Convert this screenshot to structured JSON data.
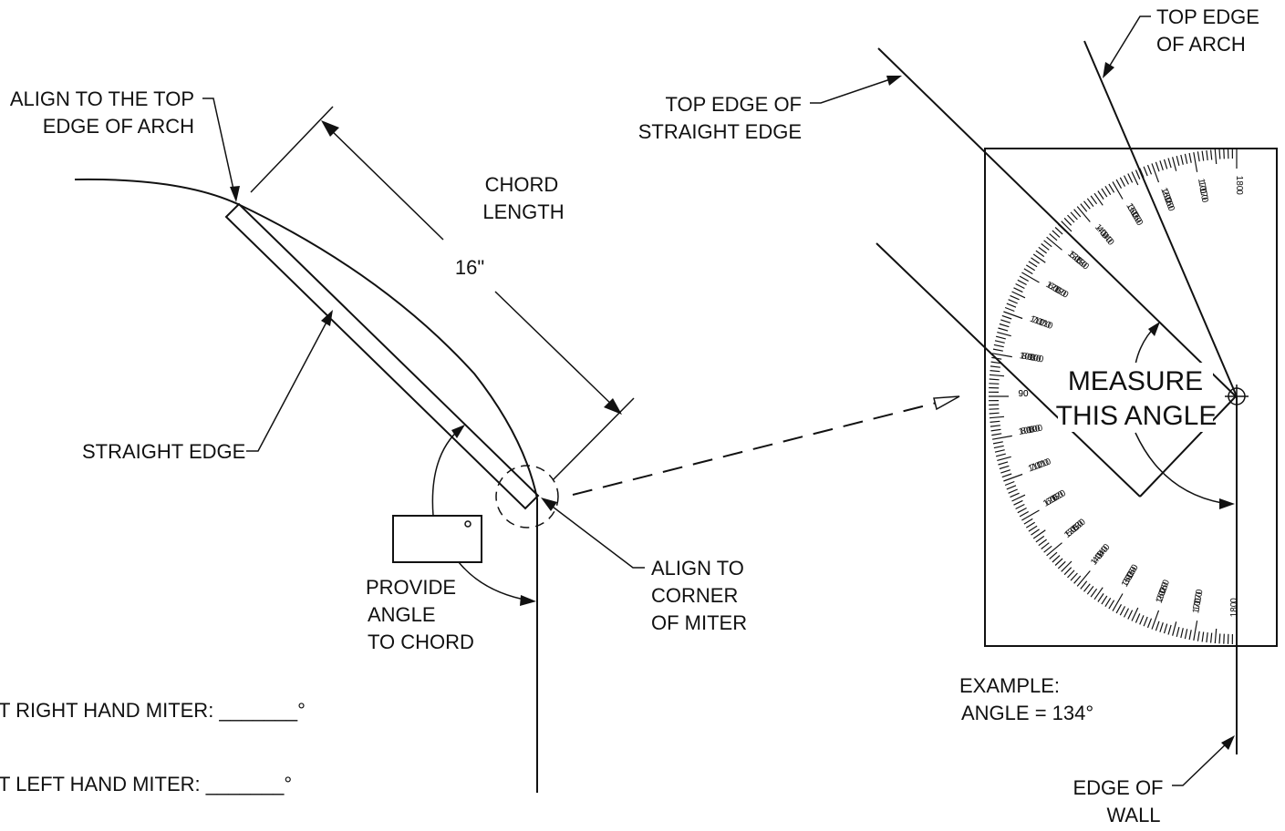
{
  "labels": {
    "align_top_1": "ALIGN TO THE TOP",
    "align_top_2": "EDGE OF ARCH",
    "chord_1": "CHORD",
    "chord_2": "LENGTH",
    "chord_value": "16\"",
    "straight_edge": "STRAIGHT EDGE",
    "provide_1": "PROVIDE",
    "provide_2": "ANGLE",
    "provide_3": "TO CHORD",
    "corner_1": "ALIGN TO",
    "corner_2": "CORNER",
    "corner_3": "OF MITER",
    "right_miter": "T RIGHT HAND MITER: _______°",
    "left_miter": "T LEFT HAND MITER: _______°",
    "top_se_1": "TOP EDGE OF",
    "top_se_2": "STRAIGHT EDGE",
    "top_arch_1": "TOP EDGE",
    "top_arch_2": "OF ARCH",
    "measure_1": "MEASURE",
    "measure_2": "THIS ANGLE",
    "example_1": "EXAMPLE:",
    "example_2": "ANGLE = 134°",
    "wall_1": "EDGE OF",
    "wall_2": "WALL"
  },
  "protractor": {
    "outer_scale": [
      "10",
      "20",
      "30",
      "40",
      "50",
      "60",
      "70",
      "80",
      "90",
      "100",
      "110",
      "120",
      "130",
      "140",
      "150",
      "160",
      "170",
      "180"
    ],
    "inner_scale": [
      "170",
      "160",
      "150",
      "140",
      "130",
      "120",
      "110",
      "100",
      "90",
      "80",
      "70",
      "60",
      "50",
      "40",
      "30",
      "20",
      "10",
      "0"
    ],
    "example_angle": 134
  }
}
